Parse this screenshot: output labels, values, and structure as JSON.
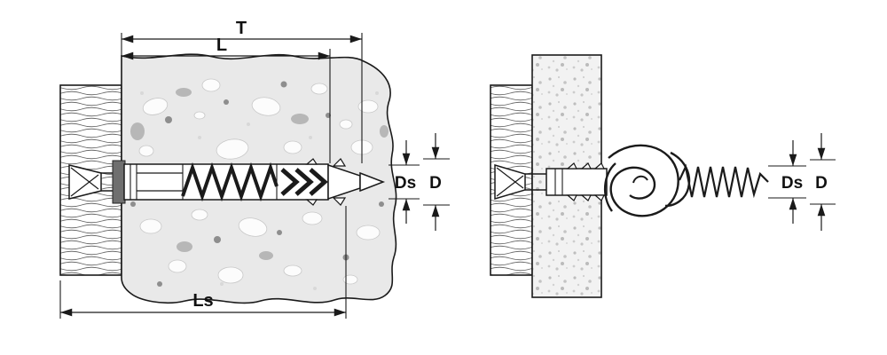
{
  "colors": {
    "ink": "#1a1a1a",
    "concrete_fill": "#e9e9e9",
    "collar_fill": "#6f6f6f",
    "canvas": "#ffffff"
  },
  "left_view": {
    "dim_total_length": "T",
    "dim_anchor_length": "L",
    "dim_screw_length": "Ls",
    "dim_drill_diameter": "Ds",
    "dim_anchor_diameter": "D"
  },
  "right_view": {
    "dim_drill_diameter": "Ds",
    "dim_anchor_diameter": "D"
  }
}
